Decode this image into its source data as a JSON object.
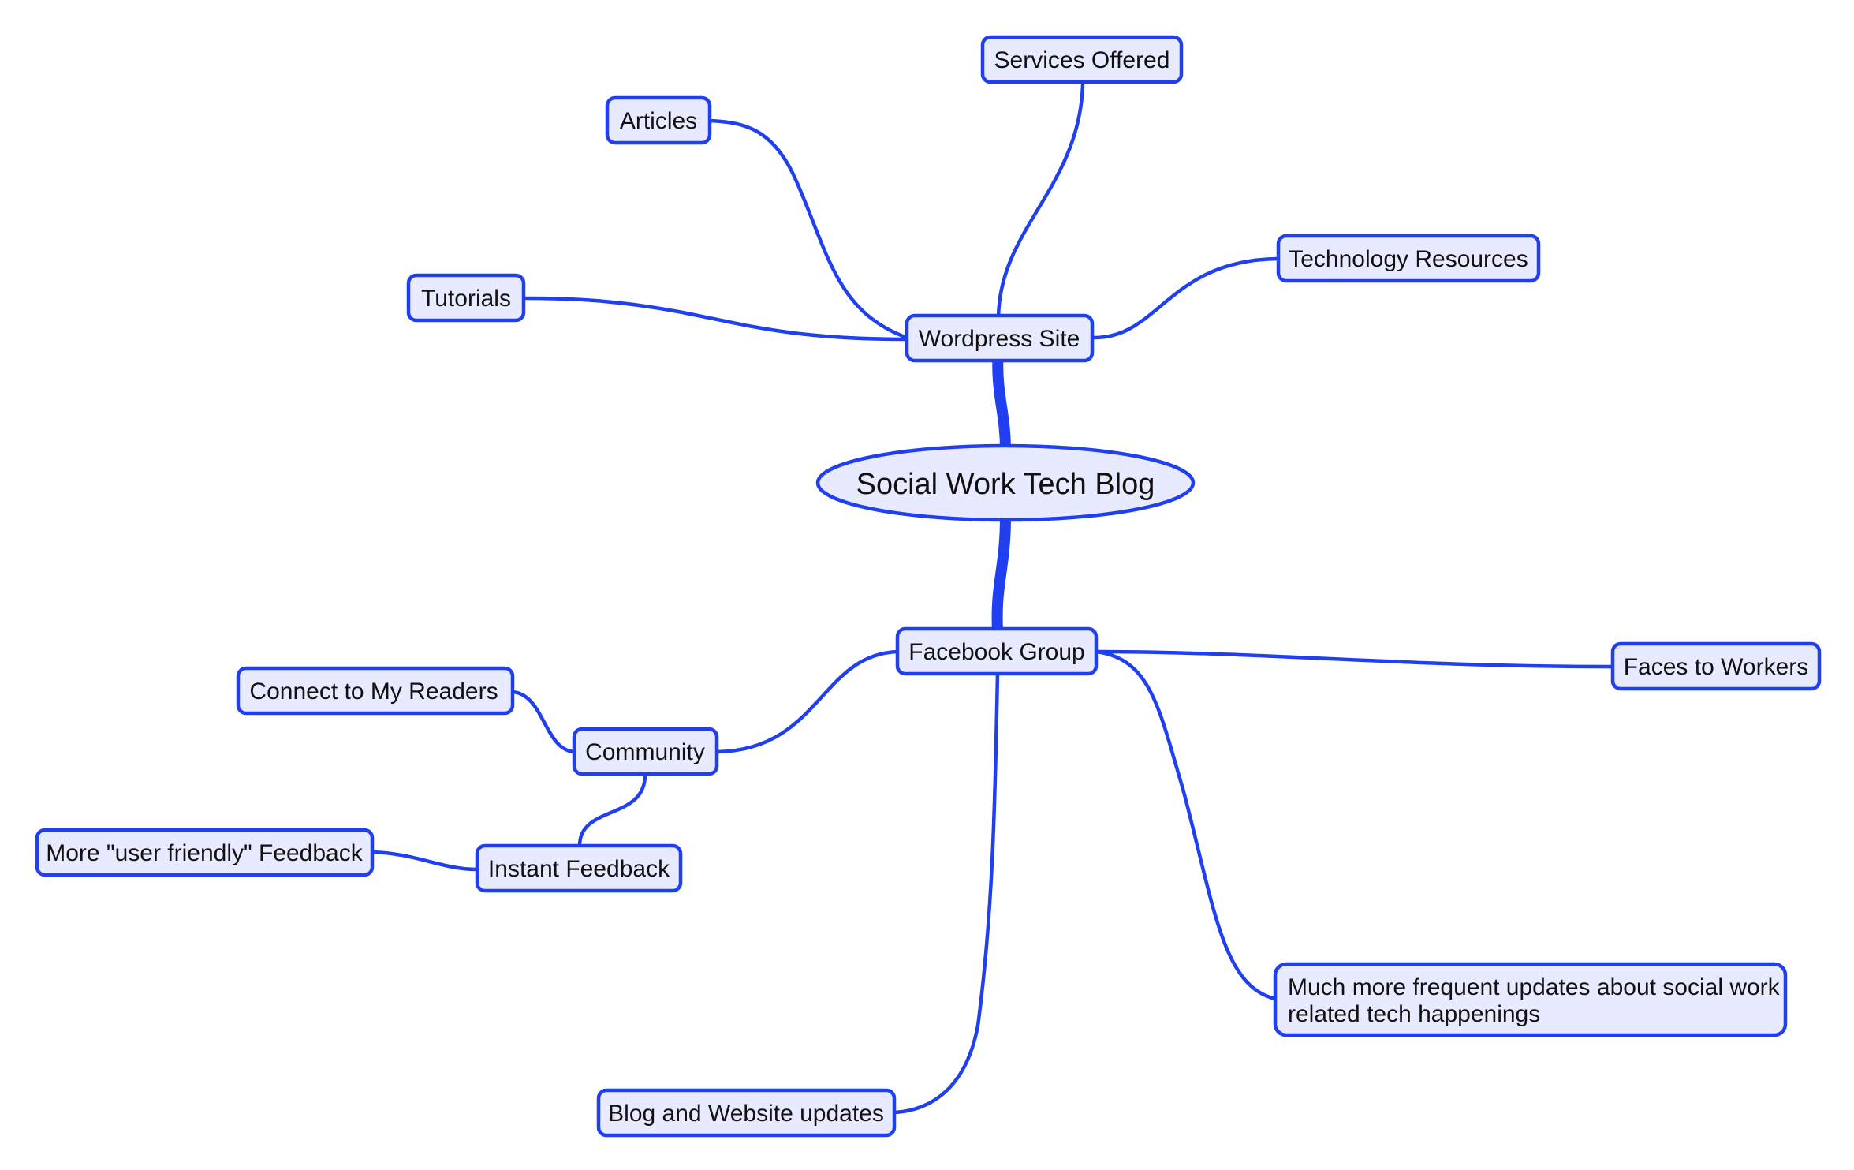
{
  "mindmap": {
    "root": "Social Work Tech Blog",
    "nodes": {
      "wordpress": "Wordpress Site",
      "services": "Services Offered",
      "articles": "Articles",
      "tutorials": "Tutorials",
      "tech_resources": "Technology Resources",
      "facebook": "Facebook Group",
      "community": "Community",
      "connect": "Connect to My Readers",
      "instant": "Instant Feedback",
      "user_friendly": "More \"user friendly\" Feedback",
      "faces": "Faces to Workers",
      "frequent_line1": "Much more frequent updates about social work",
      "frequent_line2": "related tech happenings",
      "blog_updates": "Blog and Website updates"
    },
    "colors": {
      "stroke": "#1f3ff0",
      "fill": "#e8ebff",
      "text": "#111111"
    }
  }
}
